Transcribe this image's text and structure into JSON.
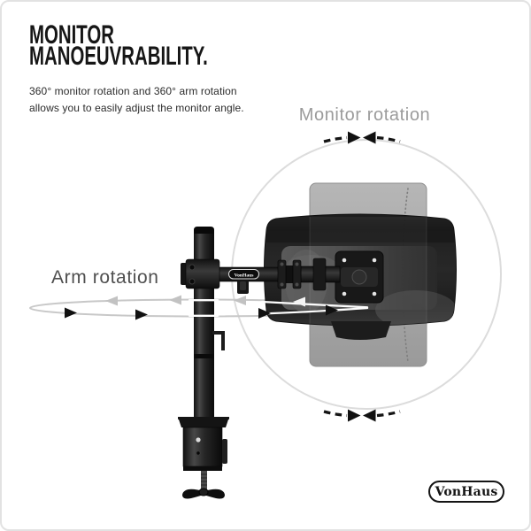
{
  "header": {
    "title_line1": "MONITOR",
    "title_line2": "MANOEUVRABILITY.",
    "subtitle_line1": "360° monitor rotation and 360° arm rotation",
    "subtitle_line2": "allows you to easily adjust the monitor angle."
  },
  "annotations": {
    "monitor_rotation": {
      "label": "Monitor rotation",
      "label_color": "#9b9b9b"
    },
    "arm_rotation": {
      "label": "Arm rotation",
      "label_color": "#4f4f4f"
    }
  },
  "product": {
    "arm_badge_text": "VonHaus"
  },
  "branding": {
    "logo_text": "VonHaus",
    "logo_color": "#141414"
  },
  "colors": {
    "background": "#ffffff",
    "page_border": "#e2e2e2",
    "title_text": "#161616",
    "subtitle_text": "#2b2b2b",
    "rotation_circle": "#dcdcdc",
    "rotation_ellipse": "#c8c8c8",
    "dashed_arrows": "#151515",
    "black_arrowheads": "#111111",
    "white_overlay_lines": "#fcfcfc",
    "hardware_dark": "#1a1a1a",
    "ghost_monitor": "#aaaaaa"
  }
}
